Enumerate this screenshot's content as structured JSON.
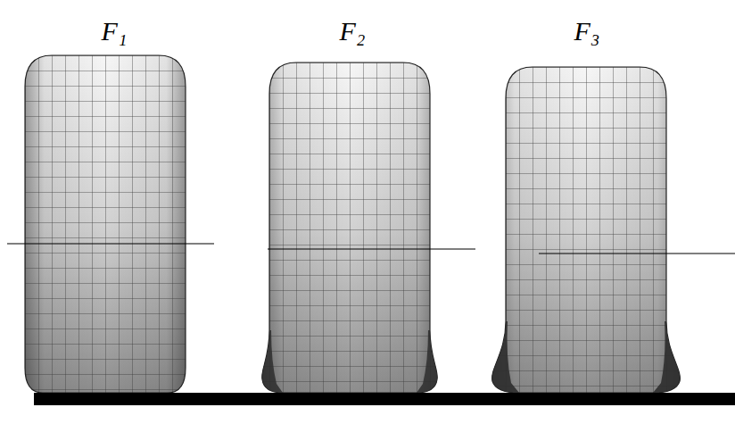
{
  "diagram": {
    "labels": [
      "F₁",
      "F₂",
      "F₃"
    ]
  }
}
